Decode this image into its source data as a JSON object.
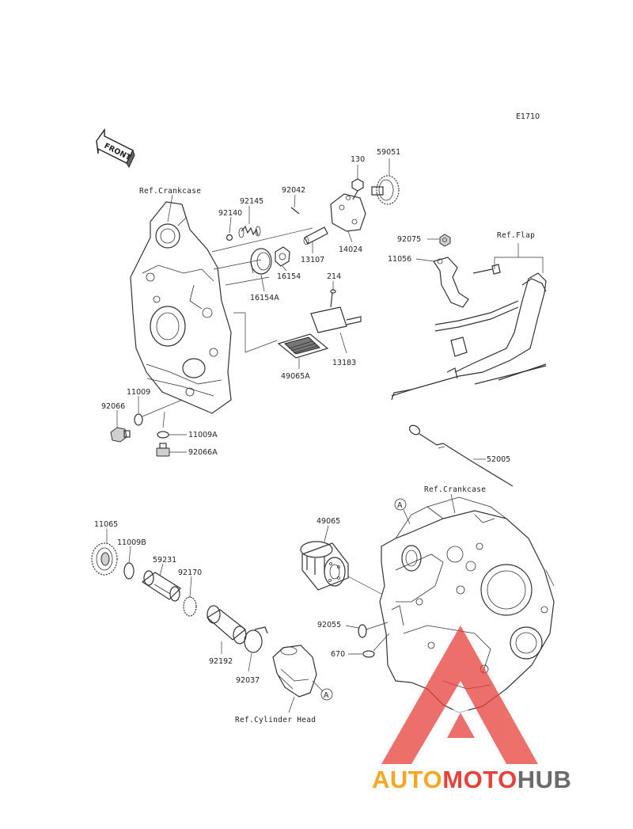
{
  "diagram": {
    "code": "E1710",
    "front_label": "FRONT",
    "refs": {
      "crankcase_top": "Ref.Crankcase",
      "flap": "Ref.Flap",
      "crankcase_bottom": "Ref.Crankcase",
      "cylinder_head": "Ref.Cylinder Head"
    },
    "markers": {
      "a1": "A",
      "a2": "A"
    },
    "parts": {
      "p130": "130",
      "p59051": "59051",
      "p92042": "92042",
      "p92145": "92145",
      "p92140": "92140",
      "p13107": "13107",
      "p14024": "14024",
      "p16154": "16154",
      "p16154A": "16154A",
      "p214": "214",
      "p13183": "13183",
      "p49065A": "49065A",
      "p11009": "11009",
      "p92066": "92066",
      "p11009A": "11009A",
      "p92066A": "92066A",
      "p92075": "92075",
      "p11056": "11056",
      "p52005": "52005",
      "p11065": "11065",
      "p11009B": "11009B",
      "p59231": "59231",
      "p92170": "92170",
      "p92192": "92192",
      "p92037": "92037",
      "p49065": "49065",
      "p92055": "92055",
      "p670": "670"
    }
  },
  "watermark": {
    "part1": "AUTO",
    "part2": "MOTO",
    "part3": "HUB",
    "color_orange": "#f5a623",
    "color_red": "#e8403a",
    "color_gray": "#6b6b6b"
  }
}
